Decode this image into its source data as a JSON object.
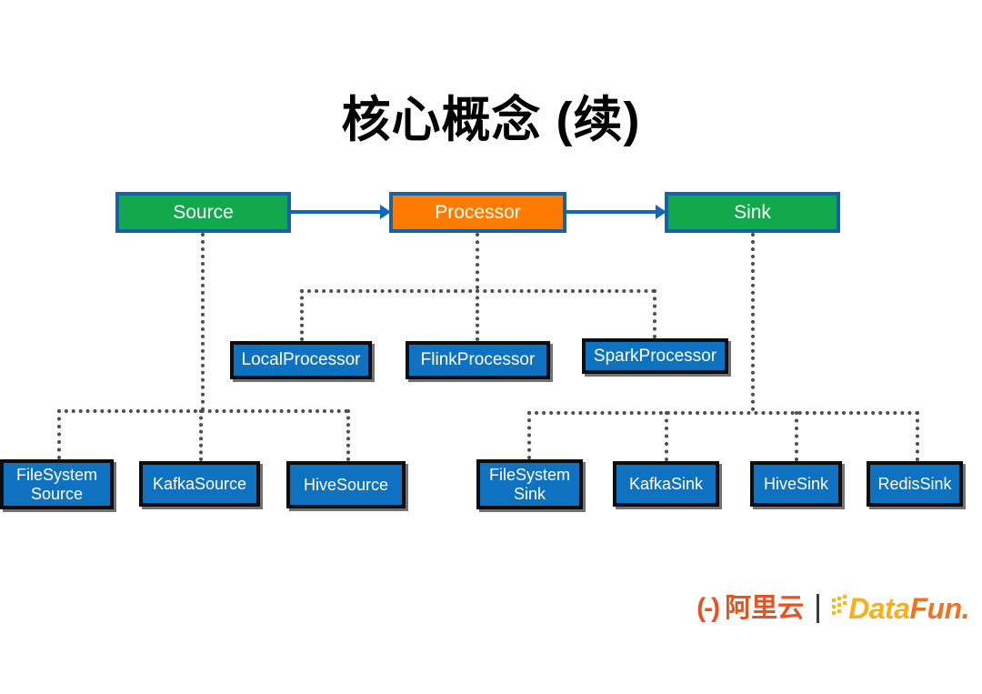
{
  "slide": {
    "title": "核心概念 (续)",
    "background": "#ffffff"
  },
  "colors": {
    "green": "#12A84C",
    "orange": "#FF7B00",
    "blue": "#0F72C0",
    "blue_border": "#1264A8",
    "black_border": "#0d0d0d",
    "arrow": "#1068BE",
    "dotted_line": "#4d4d4d",
    "alibaba_orange": "#E8521E",
    "datafun_amber": "#FBAF17",
    "datafun_orange": "#F4711F"
  },
  "diagram": {
    "pipeline": [
      {
        "label": "Source",
        "color": "green"
      },
      {
        "label": "Processor",
        "color": "orange"
      },
      {
        "label": "Sink",
        "color": "green"
      }
    ],
    "processor_children": [
      {
        "label": "LocalProcessor"
      },
      {
        "label": "FlinkProcessor"
      },
      {
        "label": "SparkProcessor"
      }
    ],
    "source_children": [
      {
        "line1": "FileSystem",
        "line2": "Source"
      },
      {
        "line1": "KafkaSource",
        "line2": ""
      },
      {
        "line1": "HiveSource",
        "line2": ""
      }
    ],
    "sink_children": [
      {
        "line1": "FileSystem",
        "line2": "Sink"
      },
      {
        "line1": "KafkaSink",
        "line2": ""
      },
      {
        "line1": "HiveSink",
        "line2": ""
      },
      {
        "line1": "RedisSink",
        "line2": ""
      }
    ]
  },
  "footer": {
    "alibaba_mark": "(-)",
    "alibaba_text": "阿里云",
    "datafun_data": "Data",
    "datafun_fun": "Fun."
  }
}
